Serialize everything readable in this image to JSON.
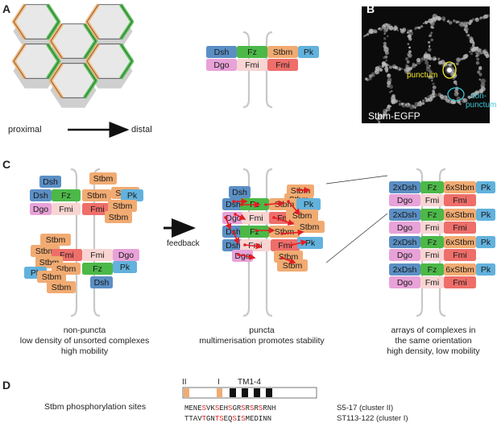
{
  "panels": {
    "a": "A",
    "b": "B",
    "c": "C",
    "d": "D"
  },
  "panelA": {
    "proximal": "proximal",
    "distal": "distal"
  },
  "complex": {
    "dsh": "Dsh",
    "fz": "Fz",
    "stbm": "Stbm",
    "pk": "Pk",
    "dgo": "Dgo",
    "fmi": "Fmi"
  },
  "panelB": {
    "punctum": "punctum",
    "non_punctum_line1": "non-",
    "non_punctum_line2": "punctum",
    "stain": "Stbm-EGFP"
  },
  "panelC": {
    "feedback": "feedback",
    "left_caption": [
      "non-puncta",
      "low density of unsorted complexes",
      "high mobility"
    ],
    "mid_caption": [
      "puncta",
      "multimerisation promotes stability"
    ],
    "right_caption": [
      "arrays of complexes in",
      "the same orientation",
      "high density, low mobility"
    ],
    "array_dsh": "2xDsh",
    "array_stbm": "6xStbm"
  },
  "panelD": {
    "title": "Stbm phosphorylation sites",
    "domain_II": "II",
    "domain_I": "I",
    "tm": "TM1-4",
    "seq1_label": "S5-17 (cluster II)",
    "seq2_label": "ST113-122 (cluster I)",
    "seq1": [
      [
        "MENE",
        0
      ],
      [
        "S",
        1
      ],
      [
        "VK",
        0
      ],
      [
        "S",
        1
      ],
      [
        "EH",
        0
      ],
      [
        "S",
        1
      ],
      [
        "GR",
        0
      ],
      [
        "S",
        1
      ],
      [
        "R",
        0
      ],
      [
        "S",
        1
      ],
      [
        "R",
        0
      ],
      [
        "S",
        1
      ],
      [
        "RNH",
        0
      ]
    ],
    "seq2": [
      [
        "TTAV",
        0
      ],
      [
        "T",
        1
      ],
      [
        "GN",
        0
      ],
      [
        "TS",
        1
      ],
      [
        "EQ",
        0
      ],
      [
        "S",
        1
      ],
      [
        "I",
        0
      ],
      [
        "S",
        1
      ],
      [
        "MEDINN",
        0
      ]
    ]
  },
  "colors": {
    "dsh": "#5b8fc4",
    "fz": "#4cb848",
    "stbm": "#f1ab72",
    "pk": "#62b2dd",
    "dgo": "#e8a2d8",
    "fmi_light": "#f8d5d2",
    "fmi_dark": "#ee6e6a",
    "hex_fill": "#e8e8e8",
    "hex_shadow": "#cfcfcf",
    "hex_orange": "#f7b676",
    "hex_green": "#55c155",
    "membrane": "#c8c8c8",
    "arrow_red": "#e31e24"
  }
}
